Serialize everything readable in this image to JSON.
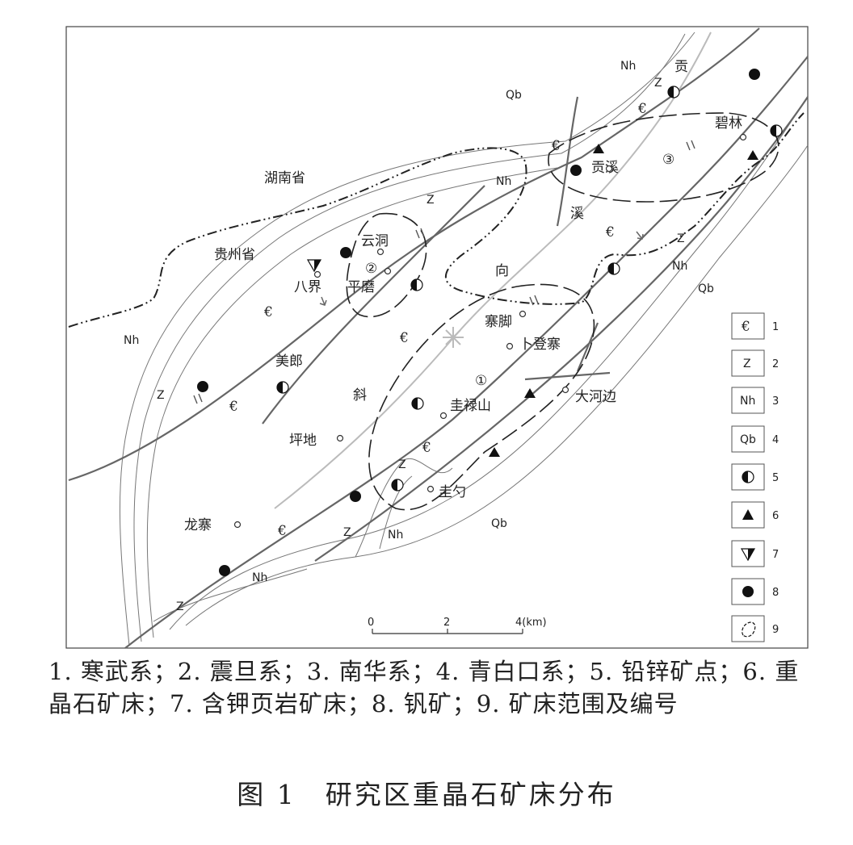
{
  "map": {
    "province_labels": [
      "湖南省",
      "贵州省"
    ],
    "place_labels": [
      "贡",
      "碧林",
      "贡溪",
      "溪",
      "向",
      "云洞",
      "平磨",
      "八界",
      "寨脚",
      "卜登寨",
      "美郎",
      "斜",
      "圭禄山",
      "大河边",
      "坪地",
      "龙寨",
      "圭勺"
    ],
    "formation_labels": [
      "Qb",
      "Nh",
      "Z",
      "€"
    ],
    "deposit_numbers": [
      "①",
      "②",
      "③"
    ],
    "scale_bar": {
      "ticks": [
        "0",
        "2",
        "4(km)"
      ]
    }
  },
  "legend": [
    {
      "num": "1",
      "symbol": "€",
      "icon": "cambrian-icon"
    },
    {
      "num": "2",
      "symbol": "Z",
      "icon": "sinian-icon"
    },
    {
      "num": "3",
      "symbol": "Nh",
      "icon": "nanhua-icon"
    },
    {
      "num": "4",
      "symbol": "Qb",
      "icon": "qingbaikou-icon"
    },
    {
      "num": "5",
      "symbol": "",
      "icon": "half-filled-circle-icon"
    },
    {
      "num": "6",
      "symbol": "",
      "icon": "filled-triangle-icon"
    },
    {
      "num": "7",
      "symbol": "",
      "icon": "half-inverted-triangle-icon"
    },
    {
      "num": "8",
      "symbol": "",
      "icon": "filled-circle-icon"
    },
    {
      "num": "9",
      "symbol": "",
      "icon": "dashed-outline-icon"
    }
  ],
  "caption": "1. 寒武系；2. 震旦系；3. 南华系；4. 青白口系；5. 铅锌矿点；6. 重晶石矿床；7. 含钾页岩矿床；8. 钒矿；9. 矿床范围及编号",
  "figure_title": "图 1　研究区重晶石矿床分布"
}
